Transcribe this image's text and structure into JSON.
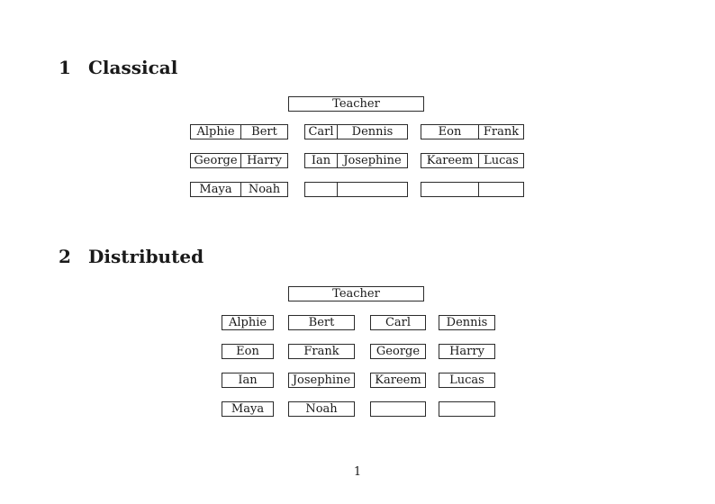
{
  "page_number": "1",
  "sections": {
    "classical": {
      "number": "1",
      "title": "Classical",
      "teacher_label": "Teacher",
      "desks": [
        {
          "left": "Alphie",
          "right": "Bert"
        },
        {
          "left": "Carl",
          "right": "Dennis"
        },
        {
          "left": "Eon",
          "right": "Frank"
        },
        {
          "left": "George",
          "right": "Harry"
        },
        {
          "left": "Ian",
          "right": "Josephine"
        },
        {
          "left": "Kareem",
          "right": "Lucas"
        },
        {
          "left": "Maya",
          "right": "Noah"
        },
        {
          "left": "",
          "right": ""
        },
        {
          "left": "",
          "right": ""
        }
      ]
    },
    "distributed": {
      "number": "2",
      "title": "Distributed",
      "teacher_label": "Teacher",
      "seats": [
        "Alphie",
        "Bert",
        "Carl",
        "Dennis",
        "Eon",
        "Frank",
        "George",
        "Harry",
        "Ian",
        "Josephine",
        "Kareem",
        "Lucas",
        "Maya",
        "Noah",
        "",
        ""
      ]
    }
  }
}
